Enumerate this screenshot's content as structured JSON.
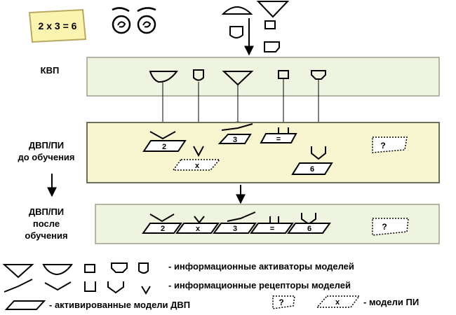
{
  "card": {
    "equation": "2 x 3 = 6"
  },
  "levels": {
    "kvp": {
      "label": "КВП"
    },
    "dvp_before": {
      "label_line1": "ДВП/ПИ",
      "label_line2": "до обучения"
    },
    "dvp_after": {
      "label_line1": "ДВП/ПИ",
      "label_line2": "после",
      "label_line3": "обучения"
    }
  },
  "models_before": {
    "two": "2",
    "x": "x",
    "three": "3",
    "equals": "=",
    "six": "6",
    "unknown": "?"
  },
  "models_after": {
    "two": "2",
    "x": "x",
    "three": "3",
    "equals": "=",
    "six": "6",
    "unknown": "?"
  },
  "legend": {
    "activators": "- информационные активаторы моделей",
    "receptors": "- информационные рецепторы моделей",
    "activated": "- активированные модели ДВП",
    "pi_models": "- модели ПИ",
    "pi_unknown": "?",
    "pi_x": "x"
  },
  "colors": {
    "panel_fill": "#eef4df",
    "panel_stroke": "#9aa08a",
    "dvp_panel_fill": "#f7f6d0",
    "card_fill": "#fbf3b0",
    "card_stroke": "#b8a860"
  }
}
